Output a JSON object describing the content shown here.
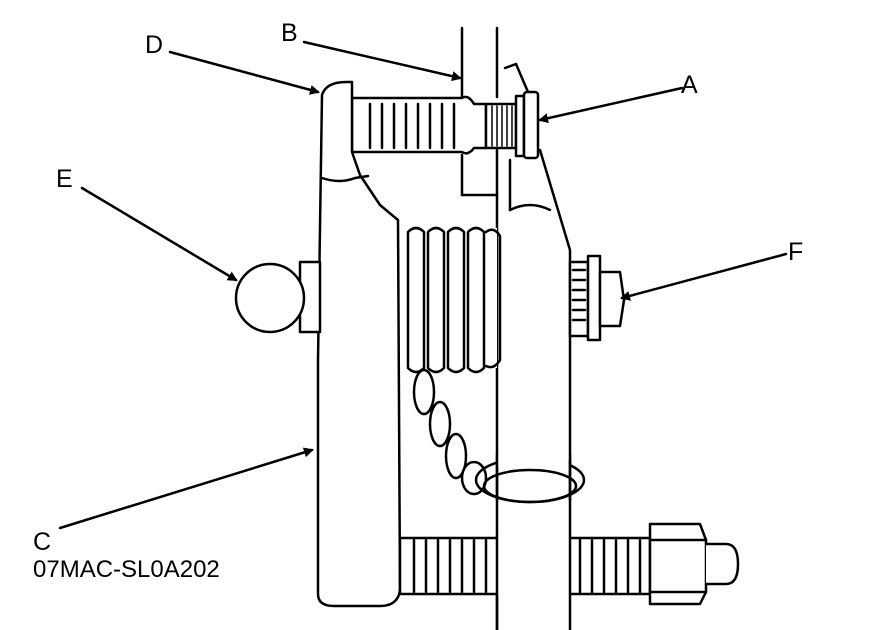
{
  "callouts": {
    "a": "A",
    "b": "B",
    "c": "C",
    "d": "D",
    "e": "E",
    "f": "F"
  },
  "tool_code": "07MAC-SL0A202",
  "colors": {
    "ink": "#000000",
    "paper": "#ffffff"
  }
}
